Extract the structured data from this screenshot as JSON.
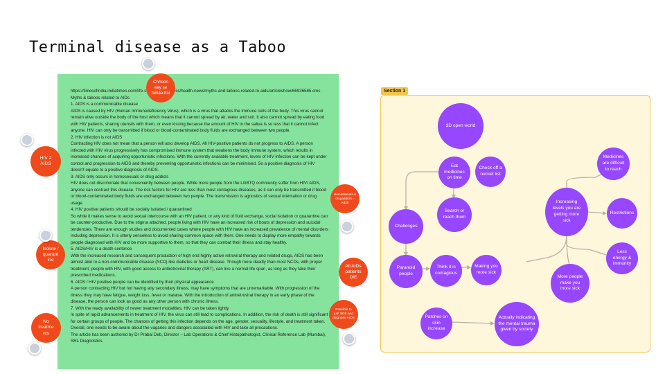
{
  "title": "Terminal disease as a Taboo",
  "note": {
    "paragraphs": [
      "https://timesofindia.indiatimes.com/life-style/health-fitness/health-news/myths-and-taboos-related-to-aids/articleshow/66936585.cms",
      "Myths & taboos related to AIDs",
      "1. AIDS is a communicable disease",
      "AIDS is caused by HIV (Human Immunodeficiency Virus), which is a virus that attacks the immune cells of the body. This virus cannot remain alive outside the body of the host which means that it cannot spread by air, water and soil. It also cannot spread by eating food with HIV patients, sharing utensils with them, or even kissing because the amount of HIV in the saliva is so less that it cannot infect anyone. HIV can only be transmitted if blood or blood-contaminated body fluids are exchanged between two people.",
      "2. HIV infection is not AIDS",
      "Contracting HIV does not mean that a person will also develop AIDS. All HIV-positive patients do not progress to AIDS. A person infected with HIV virus progressively has compromised immune system that weakens the body immune system, which results in increased chances of acquiring opportunistic infections. With the currently available treatment, levels of HIV infection can be kept under control and progression to AIDS and thereby preventing opportunistic infections can be minimised. So a positive diagnosis of HIV doesn't equate to a positive diagnosis of AIDS.",
      "3. AIDS only occurs in homosexuals or drug addicts",
      "HIV does not discriminate that conveniently between people. While more people from the LGBTQ community suffer from HIV/ AIDS, anyone can contract this disease. The risk factors for HIV are less than most contagious diseases, as it can only be transmitted if blood or blood-contaminated body fluids are exchanged between two people. The transmission is agnostics of sexual orientation or drug usage.",
      "4. HIV positive patients should be socially isolated / quarantined",
      "So while it makes sense to avoid sexual intercourse with an HIV patient, or any kind of fluid exchange, social isolation or quarantine can be counter-productive. Due to the stigma attached, people living with HIV have an increased risk of bouts of depression and suicidal tendencies. There are enough studies and documented cases where people with HIV have an increased prevalence of mental disorders including depression. It is utterly senseless to avoid sharing common space with them. One needs to display more empathy towards people diagnosed with HIV and be more supportive to them, so that they can combat their illness and stay healthy.",
      "5. AIDS/HIV is a death sentence",
      "With the increased research and consequent production of high end highly active retroviral therapy and related drugs, AIDS has been almost akin to a non-communicable disease (NCD) like diabetes or heart disease. Though more deadly than most NCDs, with proper treatment, people with HIV, with good access to antiretroviral therapy (ART), can live a normal life span, as long as they take their prescribed medications.",
      "6. AIDS / HIV positive people can be identified by their physical appearance",
      "A person contracting HIV but not having any secondary illness, may have symptoms that are unremarkable. With progression of the illness they may have fatigue, weight loss, fever or malaise. With the introduction of antiretroviral therapy in an early phase of the disease, the person can look as good as any other person with chronic illness.",
      "7. With the ready availability of newer treatment modalities, HIV can be taken lightly",
      "In spite of rapid advancements in treatment of HIV, the virus can still lead to complications. In addition, the risk of death is still significant for certain groups of people. The chances of getting this infection depends on the age, gender, sexuality, lifestyle, and treatment taken. Overall, one needs to be aware about the vagaries and dangers associated with HIV and take all precautions.",
      "The article has been authored by Dr Prabal Deb, Director – Lab Operations & Chief Histopathologist, Clinical Reference Lab (Mumbai), SRL Diagnostics."
    ]
  },
  "stickers": [
    {
      "id": "chhoon",
      "label": "Chhoon eey se failtaa hai"
    },
    {
      "id": "hiv-aids",
      "label": "HIV ≠ AIDS"
    },
    {
      "id": "homosexuals",
      "label": "Homosexuals & drugaddicts = AIDS"
    },
    {
      "id": "isolate",
      "label": "Isolate / quarant ine"
    },
    {
      "id": "all-aids",
      "label": "All AIDs patients DIE"
    },
    {
      "id": "possible",
      "label": "Possible to just SEE and diagnose AIDS"
    },
    {
      "id": "no-treatment",
      "label": "No treatme nts"
    }
  ],
  "section": {
    "label": "Section 1",
    "nodes": [
      {
        "id": "open-world",
        "label": "3D open world"
      },
      {
        "id": "eat-medicines",
        "label": "Eat medicines on time"
      },
      {
        "id": "nucket-list",
        "label": "Check off a nucket list"
      },
      {
        "id": "search-reach",
        "label": "Search or reach them"
      },
      {
        "id": "challenges",
        "label": "Challenges"
      },
      {
        "id": "paranoid",
        "label": "Paranoid people"
      },
      {
        "id": "contagious",
        "label": "Think it is contagious"
      },
      {
        "id": "making-sick",
        "label": "Making you more sick"
      },
      {
        "id": "medicines-difficult",
        "label": "Medicines are difficult to reach"
      },
      {
        "id": "increasing-levels",
        "label": "Increasing levels you are getting more sick"
      },
      {
        "id": "restrictions",
        "label": "Restrictions"
      },
      {
        "id": "less-energy",
        "label": "Less energy & immunity"
      },
      {
        "id": "more-people",
        "label": "More people make you more sick"
      },
      {
        "id": "patches",
        "label": "Patches on skin increase"
      },
      {
        "id": "mental-trauma",
        "label": "Actually indicating the mental trauma given by society"
      }
    ]
  }
}
